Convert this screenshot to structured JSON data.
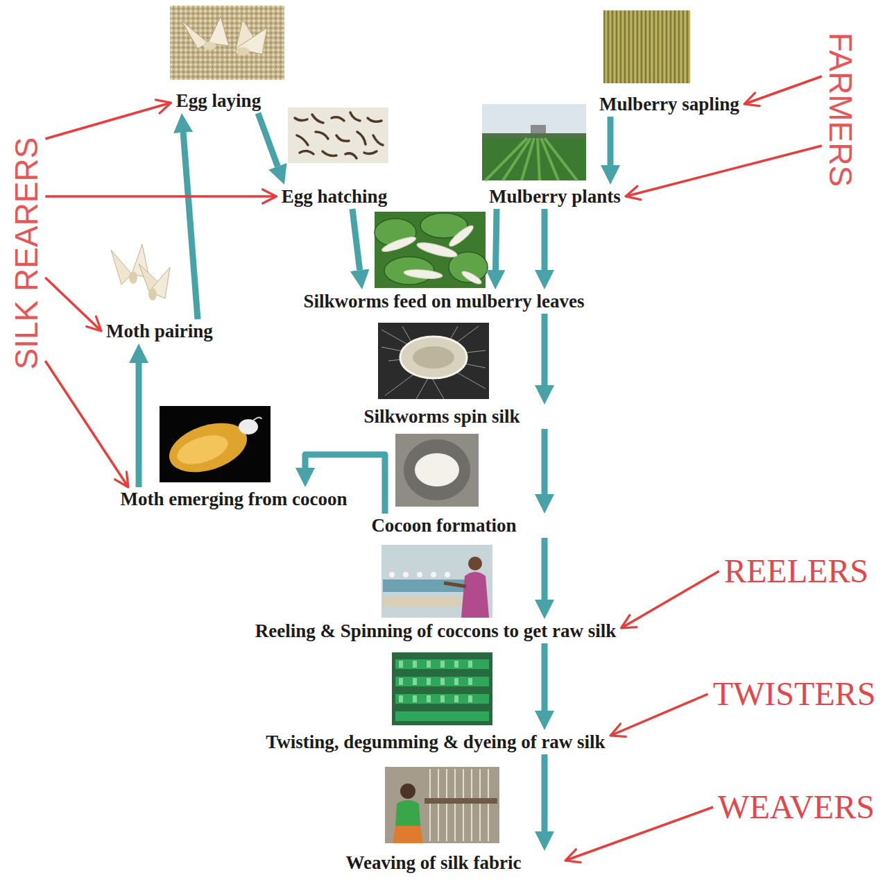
{
  "diagram": {
    "nodes": [
      {
        "text": [
          "Egg laying"
        ]
      },
      {
        "text": [
          "Mulberry sapling"
        ]
      },
      {
        "text": [
          "FARMERS"
        ]
      },
      {
        "text": [
          "SILK REARERS"
        ]
      },
      {
        "text": [
          "Egg hatching"
        ]
      },
      {
        "text": [
          "Mulberry plants"
        ]
      },
      {
        "text": [
          "Silkworms feed on mulberry leaves"
        ]
      },
      {
        "text": [
          "Moth pairing"
        ]
      },
      {
        "text": [
          "Silkworms spin silk"
        ]
      },
      {
        "text": [
          "Moth emerging from cocoon"
        ]
      },
      {
        "text": [
          "Cocoon formation"
        ]
      },
      {
        "text": [
          "REELERS"
        ]
      },
      {
        "text": [
          "Reeling & Spinning of coccons to get raw silk"
        ]
      },
      {
        "text": [
          "TWISTERS"
        ]
      },
      {
        "text": [
          "Twisting, degumming & dyeing of raw silk"
        ]
      },
      {
        "text": [
          "WEAVERS"
        ]
      },
      {
        "text": [
          "Weaving of silk fabric"
        ]
      }
    ],
    "edges": [
      {
        "from": 0,
        "to": 4,
        "arrow": "to"
      },
      {
        "from": 4,
        "to": 6,
        "arrow": "to"
      },
      {
        "from": 5,
        "to": 6,
        "arrow": "to"
      },
      {
        "from": 1,
        "to": 5,
        "arrow": "to"
      },
      {
        "from": 5,
        "to": 6,
        "arrow": "to"
      },
      {
        "from": 6,
        "to": 8,
        "arrow": "to"
      },
      {
        "from": 8,
        "to": 10,
        "arrow": "to"
      },
      {
        "from": 10,
        "to": 12,
        "arrow": "to"
      },
      {
        "from": 12,
        "to": 14,
        "arrow": "to"
      },
      {
        "from": 14,
        "to": 16,
        "arrow": "to"
      },
      {
        "from": 10,
        "to": 9,
        "arrow": "to"
      },
      {
        "from": 9,
        "to": 7,
        "arrow": "to"
      },
      {
        "from": 7,
        "to": 0,
        "arrow": "to"
      },
      {
        "from": 3,
        "to": 0,
        "arrow": "to"
      },
      {
        "from": 3,
        "to": 4,
        "arrow": "to"
      },
      {
        "from": 3,
        "to": 7,
        "arrow": "to"
      },
      {
        "from": 3,
        "to": 9,
        "arrow": "to"
      },
      {
        "from": 2,
        "to": 1,
        "arrow": "to"
      },
      {
        "from": 2,
        "to": 5,
        "arrow": "to"
      },
      {
        "from": 11,
        "to": 12,
        "arrow": "to"
      },
      {
        "from": 13,
        "to": 14,
        "arrow": "to"
      },
      {
        "from": 15,
        "to": 16,
        "arrow": "to"
      }
    ]
  }
}
